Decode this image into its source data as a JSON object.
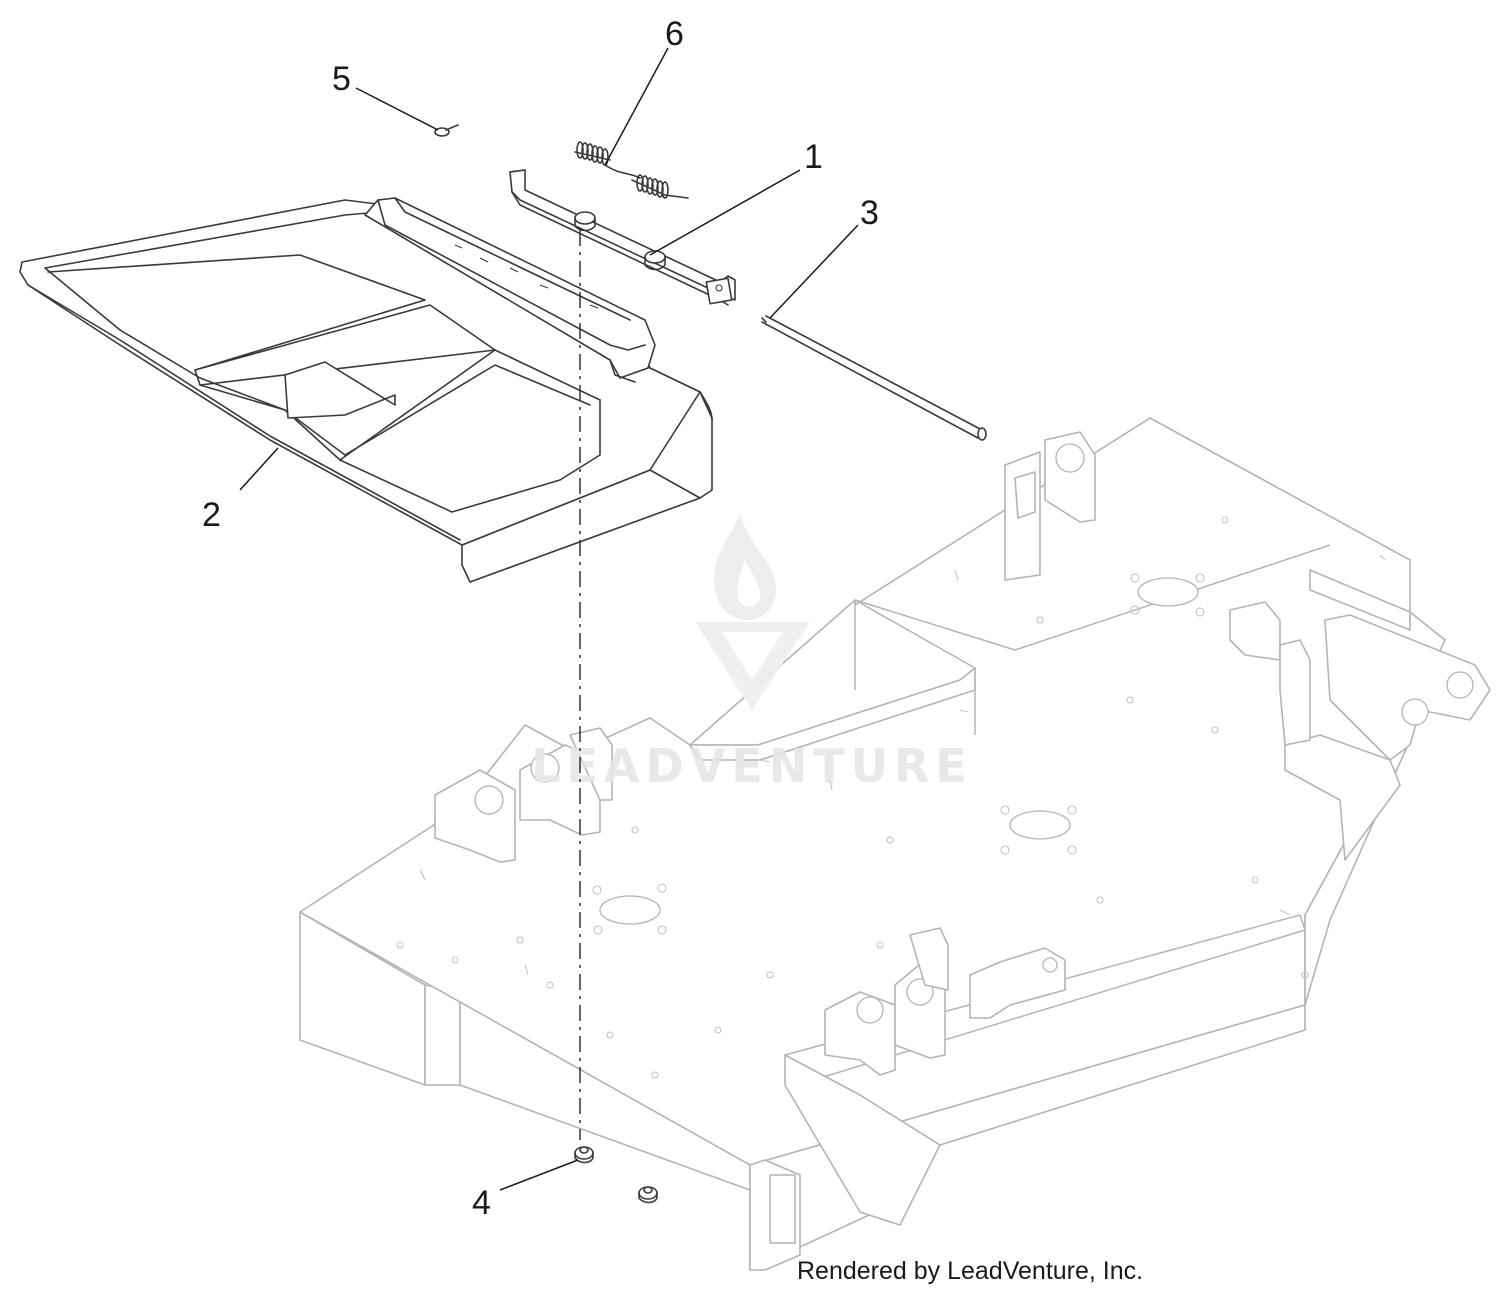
{
  "callouts": [
    {
      "id": "1",
      "label": "1"
    },
    {
      "id": "2",
      "label": "2"
    },
    {
      "id": "3",
      "label": "3"
    },
    {
      "id": "4",
      "label": "4"
    },
    {
      "id": "5",
      "label": "5"
    },
    {
      "id": "6",
      "label": "6"
    }
  ],
  "watermark": {
    "text": "LEADVENTURE"
  },
  "credit": {
    "text": "Rendered by LeadVenture, Inc."
  }
}
